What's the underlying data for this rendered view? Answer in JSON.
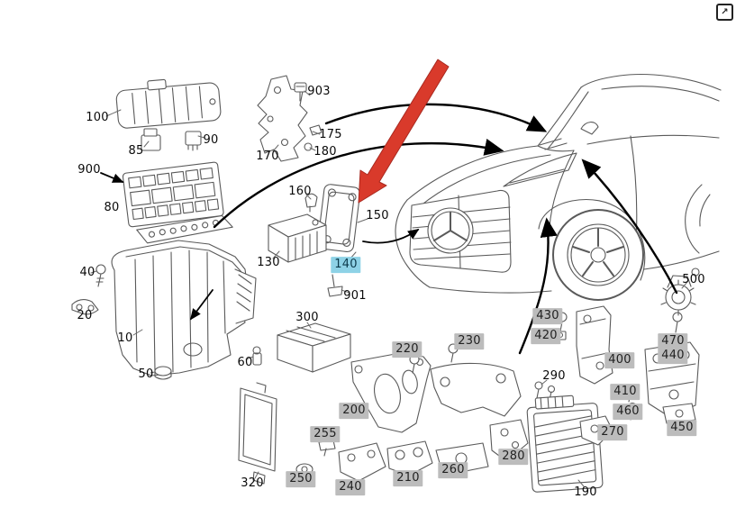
{
  "header": {
    "external_icon_glyph": "↗"
  },
  "diagram": {
    "highlighted_part": "140",
    "colors": {
      "background": "#ffffff",
      "line_art": "#5a5a5a",
      "black_arrow": "#000000",
      "red_arrow": "#d93a2b",
      "label_text": "#0a0a0a",
      "gray_label_bg": "#bcbcbc",
      "blue_label_bg": "#8ed2e6"
    },
    "labels": [
      {
        "id": "100",
        "text": "100",
        "style": "plain"
      },
      {
        "id": "85",
        "text": "85",
        "style": "plain"
      },
      {
        "id": "90",
        "text": "90",
        "style": "plain"
      },
      {
        "id": "900",
        "text": "900",
        "style": "plain"
      },
      {
        "id": "80",
        "text": "80",
        "style": "plain"
      },
      {
        "id": "903",
        "text": "903",
        "style": "plain"
      },
      {
        "id": "175",
        "text": "175",
        "style": "plain"
      },
      {
        "id": "170",
        "text": "170",
        "style": "plain"
      },
      {
        "id": "180",
        "text": "180",
        "style": "plain"
      },
      {
        "id": "160",
        "text": "160",
        "style": "plain"
      },
      {
        "id": "150",
        "text": "150",
        "style": "plain"
      },
      {
        "id": "130",
        "text": "130",
        "style": "plain"
      },
      {
        "id": "140",
        "text": "140",
        "style": "blue"
      },
      {
        "id": "901",
        "text": "901",
        "style": "plain"
      },
      {
        "id": "40",
        "text": "40",
        "style": "plain"
      },
      {
        "id": "20",
        "text": "20",
        "style": "plain"
      },
      {
        "id": "10",
        "text": "10",
        "style": "plain"
      },
      {
        "id": "50",
        "text": "50",
        "style": "plain"
      },
      {
        "id": "60",
        "text": "60",
        "style": "plain"
      },
      {
        "id": "300",
        "text": "300",
        "style": "plain"
      },
      {
        "id": "320",
        "text": "320",
        "style": "plain"
      },
      {
        "id": "250",
        "text": "250",
        "style": "gray"
      },
      {
        "id": "255",
        "text": "255",
        "style": "gray"
      },
      {
        "id": "240",
        "text": "240",
        "style": "gray"
      },
      {
        "id": "200",
        "text": "200",
        "style": "gray"
      },
      {
        "id": "210",
        "text": "210",
        "style": "gray"
      },
      {
        "id": "220",
        "text": "220",
        "style": "gray"
      },
      {
        "id": "230",
        "text": "230",
        "style": "gray"
      },
      {
        "id": "260",
        "text": "260",
        "style": "gray"
      },
      {
        "id": "280",
        "text": "280",
        "style": "gray"
      },
      {
        "id": "290",
        "text": "290",
        "style": "plain"
      },
      {
        "id": "190",
        "text": "190",
        "style": "plain"
      },
      {
        "id": "430",
        "text": "430",
        "style": "gray"
      },
      {
        "id": "420",
        "text": "420",
        "style": "gray"
      },
      {
        "id": "400",
        "text": "400",
        "style": "gray"
      },
      {
        "id": "410",
        "text": "410",
        "style": "gray"
      },
      {
        "id": "460",
        "text": "460",
        "style": "gray"
      },
      {
        "id": "270",
        "text": "270",
        "style": "gray"
      },
      {
        "id": "440",
        "text": "440",
        "style": "gray"
      },
      {
        "id": "470",
        "text": "470",
        "style": "gray"
      },
      {
        "id": "450",
        "text": "450",
        "style": "gray"
      },
      {
        "id": "500",
        "text": "500",
        "style": "plain"
      }
    ]
  }
}
